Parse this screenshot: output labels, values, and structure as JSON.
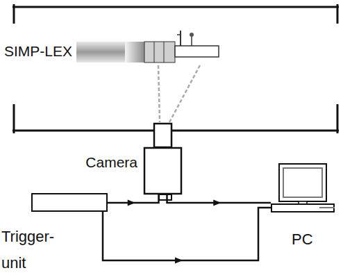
{
  "diagram": {
    "nodes": [
      {
        "text": [
          "SIMP-LEX"
        ]
      },
      {
        "text": [
          "Camera"
        ]
      },
      {
        "text": [
          "Trigger- unit"
        ]
      },
      {
        "text": [
          "PC"
        ]
      }
    ],
    "edges": [
      {
        "from": 2,
        "to": 1,
        "arrow": "to"
      },
      {
        "from": 1,
        "to": 3,
        "arrow": "to"
      },
      {
        "from": 2,
        "to": 3,
        "arrow": "to"
      }
    ]
  }
}
